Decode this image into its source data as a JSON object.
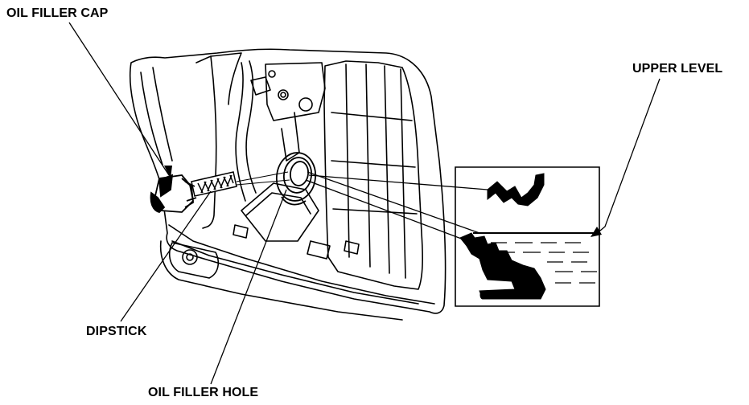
{
  "labels": {
    "oil_filler_cap": "OIL FILLER CAP",
    "upper_level": "UPPER LEVEL",
    "dipstick": "DIPSTICK",
    "oil_filler_hole": "OIL FILLER HOLE"
  },
  "colors": {
    "ink": "#000000",
    "paper": "#ffffff"
  }
}
